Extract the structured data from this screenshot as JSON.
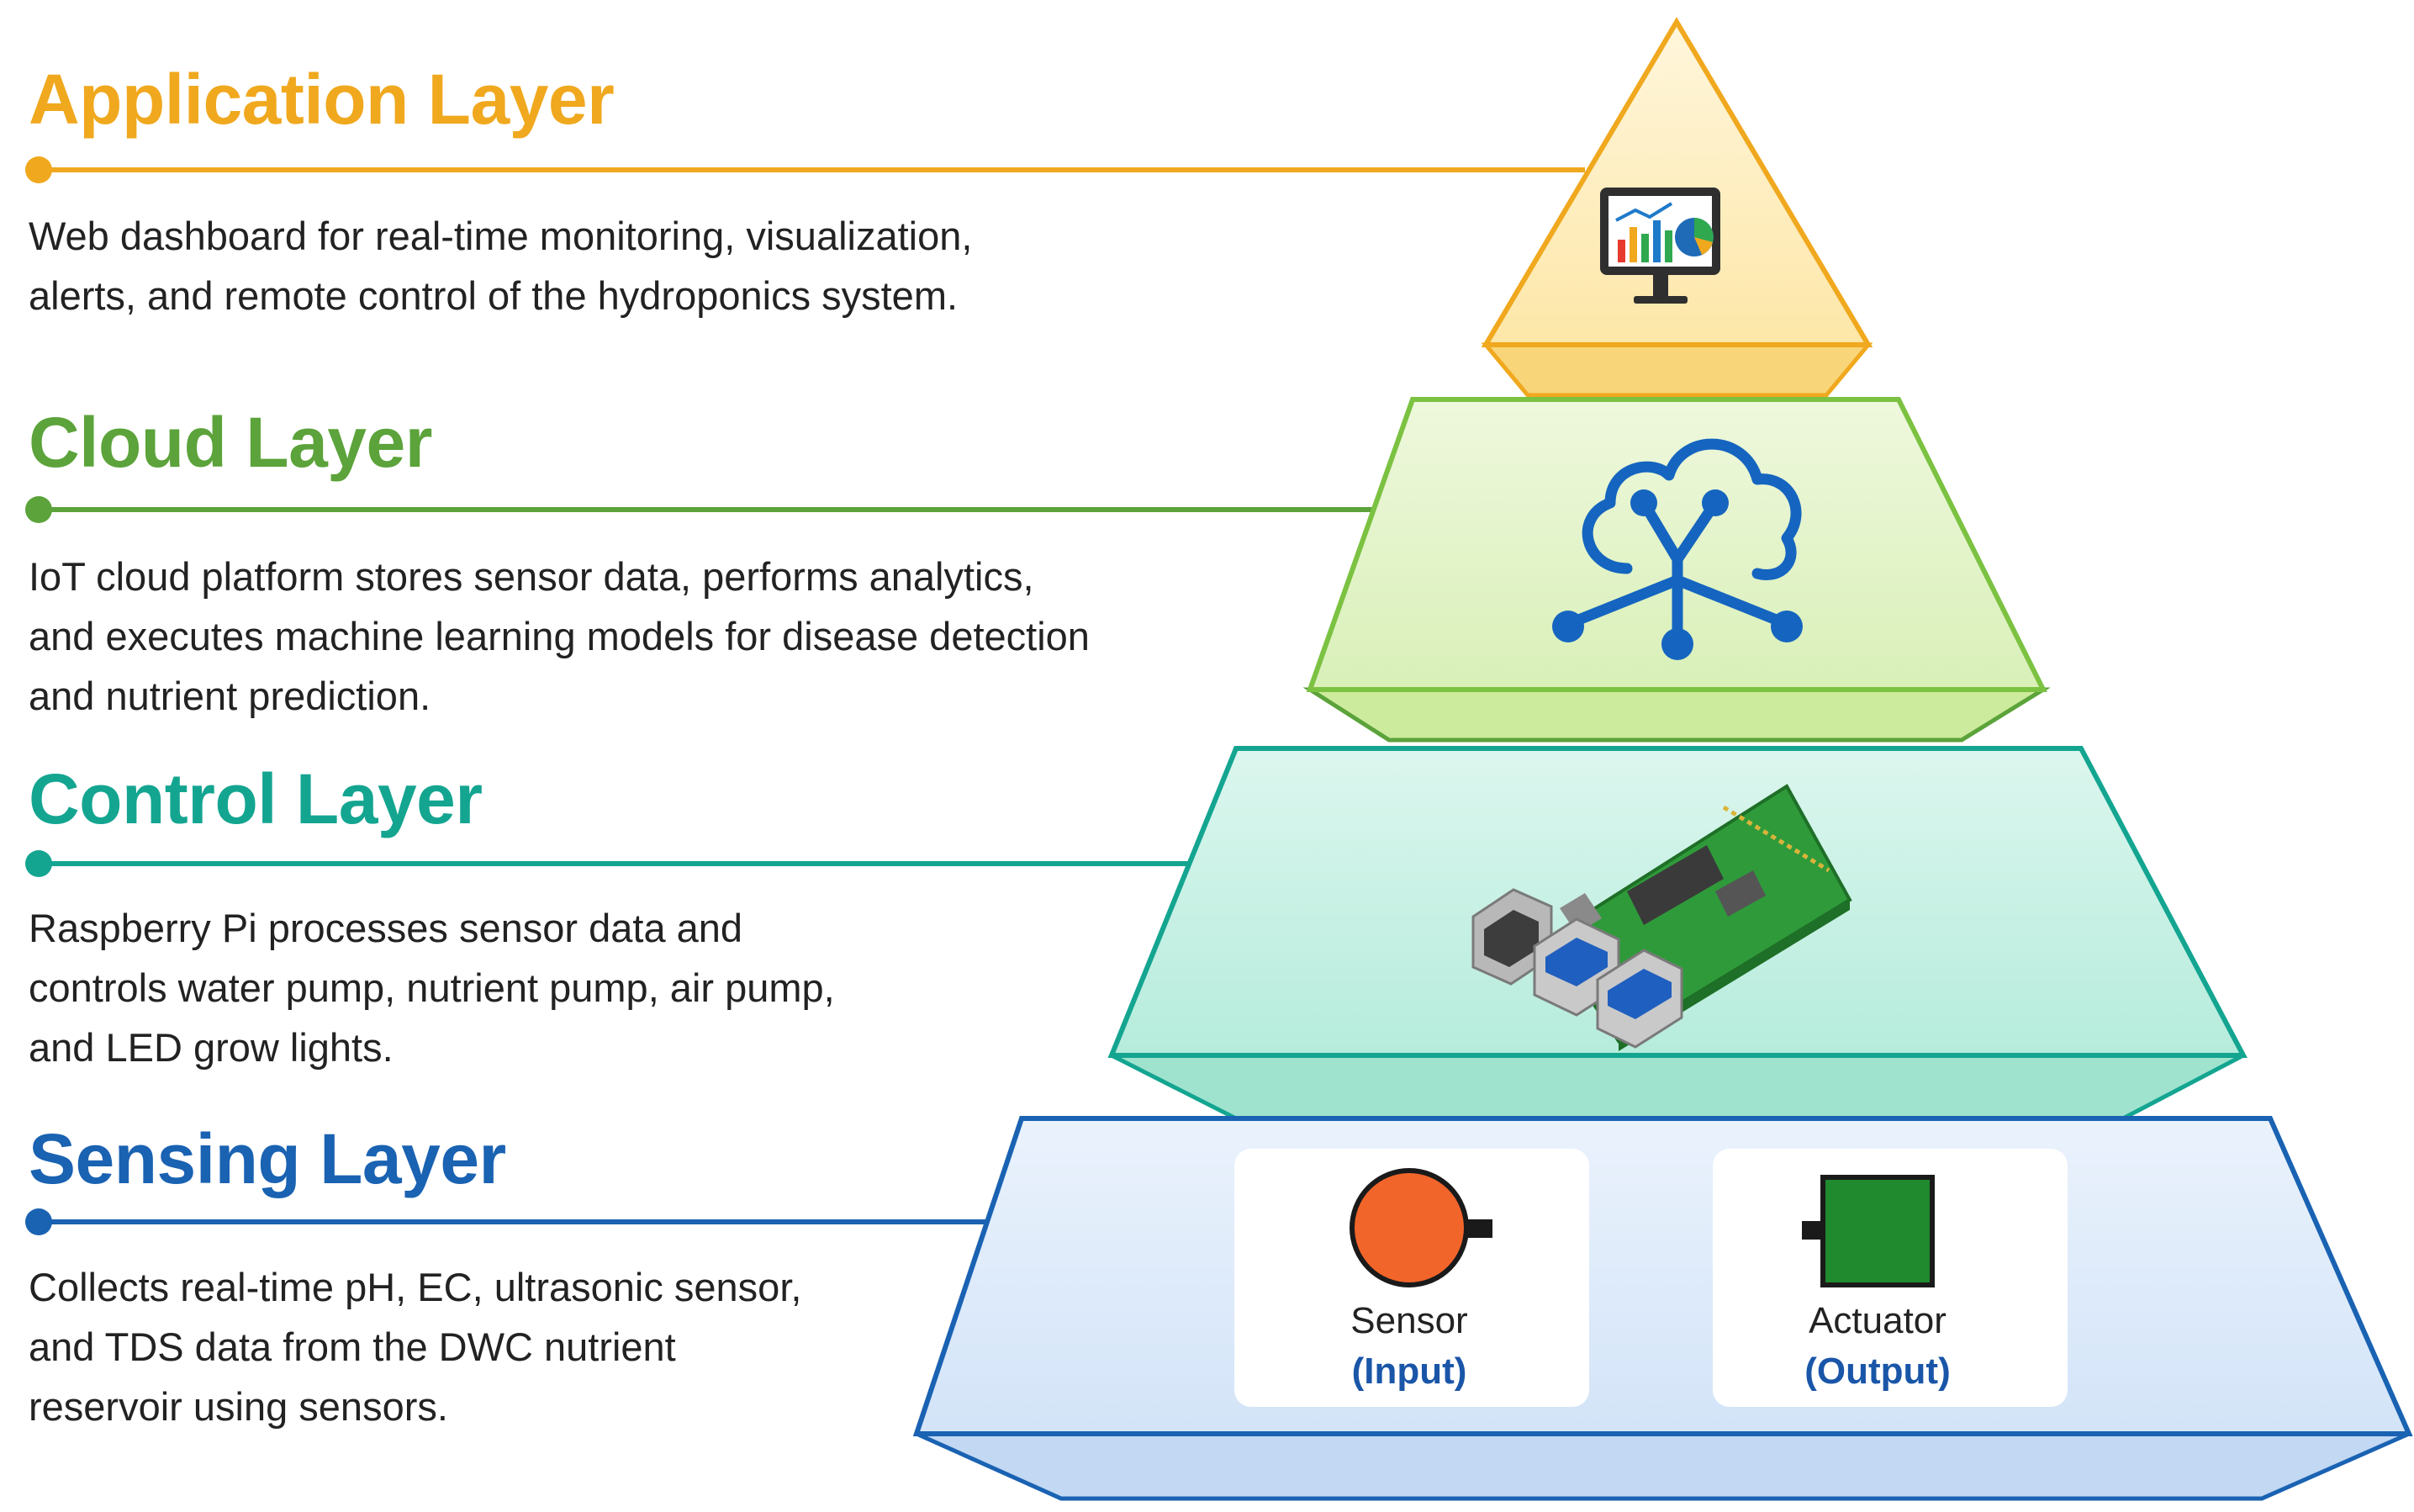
{
  "colors": {
    "application": "#f0a81e",
    "cloud": "#5ba33a",
    "control": "#14a591",
    "sensing": "#1a62b2",
    "io_label": "#1a56a8",
    "sensor_fill": "#f2652a",
    "actuator_fill": "#1f8a2e"
  },
  "layers": [
    {
      "key": "application",
      "title": "Application Layer",
      "description": [
        "Web dashboard for real-time monitoring, visualization,",
        "alerts, and remote control of the hydroponics system."
      ],
      "icon": "dashboard-monitor-icon"
    },
    {
      "key": "cloud",
      "title": "Cloud Layer",
      "description": [
        "IoT cloud platform stores sensor data, performs analytics,",
        "and executes machine learning models for disease detection",
        "and nutrient prediction."
      ],
      "icon": "cloud-network-icon"
    },
    {
      "key": "control",
      "title": "Control Layer",
      "description": [
        "Raspberry Pi processes sensor data and",
        "controls water pump, nutrient pump, air pump,",
        "and LED grow lights."
      ],
      "icon": "raspberry-pi-board-icon"
    },
    {
      "key": "sensing",
      "title": "Sensing Layer",
      "description": [
        "Collects real-time pH, EC, ultrasonic sensor,",
        "and TDS data from the DWC nutrient",
        "reservoir using sensors."
      ],
      "icon": "sensor-actuator-icon"
    }
  ],
  "sensing_boxes": {
    "sensor": {
      "label": "Sensor",
      "sublabel": "(Input)"
    },
    "actuator": {
      "label": "Actuator",
      "sublabel": "(Output)"
    }
  }
}
